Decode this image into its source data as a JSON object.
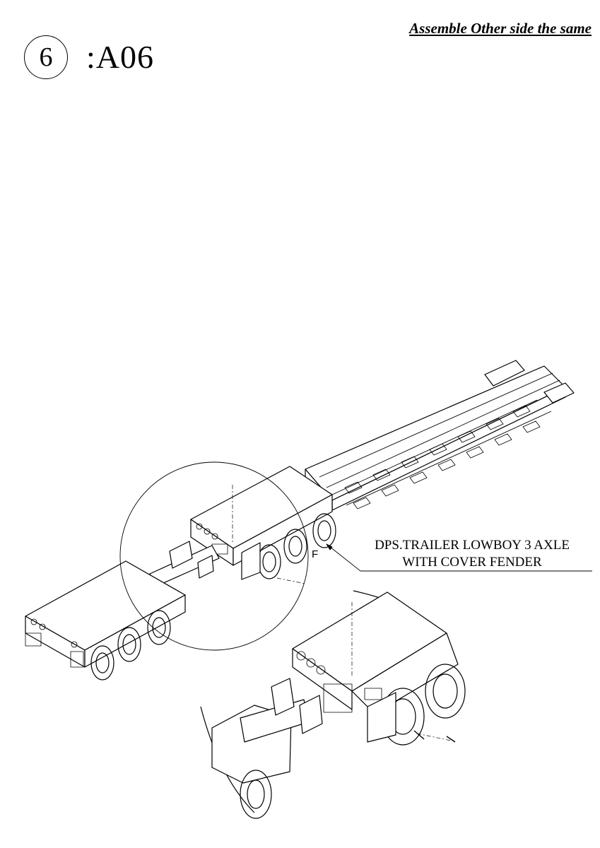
{
  "header": {
    "step_number": "6",
    "part_code": ":A06",
    "note": "Assemble Other side the same"
  },
  "callout": {
    "line1": "DPS.TRAILER LOWBOY 3 AXLE",
    "line2": "WITH COVER FENDER",
    "detail_mark": "F"
  },
  "colors": {
    "ink": "#000000",
    "paper": "#ffffff"
  }
}
